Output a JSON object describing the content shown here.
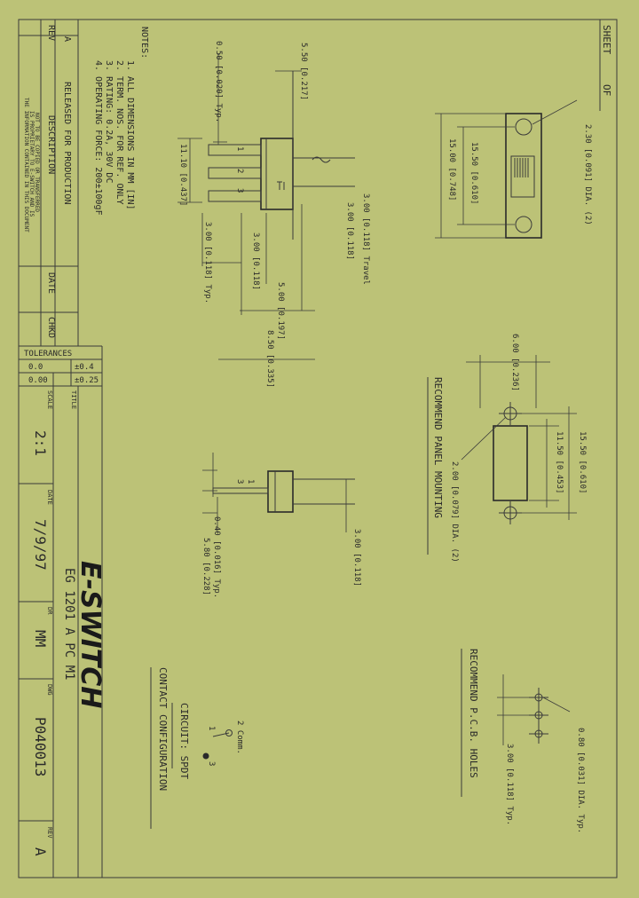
{
  "title_block": {
    "sheet_label": "SHEET",
    "of_label": "OF",
    "rev_header": "REV",
    "rev_value": "A",
    "description_header": "DESCRIPTION",
    "description_value": "RELEASED FOR PRODUCTION",
    "date_header": "DATE",
    "chkd_header": "CHKD",
    "confidential": [
      "THE INFORMATION CONTAINED IN THIS DOCUMENT",
      "IS PROPRIETARY TO E-SWITCH AND IS",
      "NOT TO BE COPIED OR TRANSFERRED"
    ],
    "tolerances_header": "TOLERANCES",
    "tol_row1_label": "0.0",
    "tol_row1_value": "±0.4",
    "tol_row2_label": "0.00",
    "tol_row2_value": "±0.25",
    "title_label": "TITLE",
    "title_value": "EG 1201 A PC M1",
    "scale_label": "SCALE",
    "scale_value": "2:1",
    "date_label": "DATE",
    "date_value": "7/9/97",
    "dr_label": "DR",
    "dr_value": "MM",
    "dwg_label": "DWG",
    "dwg_value": "P040013",
    "rev_label": "REV",
    "rev_value_bottom": "A",
    "logo": "E-SWITCH"
  },
  "notes": {
    "header": "NOTES:",
    "items": [
      "1. ALL DIMENSIONS IN MM [IN]",
      "2. TERM. NOS. FOR REF. ONLY",
      "3. RATING: 0.2A, 30V DC",
      "4. OPERATING FORCE: 200±100gF"
    ]
  },
  "dimensions": {
    "d_550": "5.50 [0.217]",
    "d_050": "0.50 [0.020] Typ.",
    "d_1110": "11.10 [0.437]",
    "d_300_travel": "3.00 [0.118] Travel",
    "d_300_a": "3.00 [0.118]",
    "d_300_typ": "3.00 [0.118] Typ.",
    "d_300_b": "3.00 [0.118]",
    "d_500": "5.00 [0.197]",
    "d_850": "8.50 [0.335]",
    "d_230": "2.30 [0.091] DIA. (2)",
    "d_1550_top": "15.50 [0.610]",
    "d_1500": "15.00 [0.748]",
    "d_600": "6.00 [0.236]",
    "d_1550_panel": "15.50 [0.610]",
    "d_1150": "11.50 [0.453]",
    "d_200": "2.00 [0.079] DIA. (2)",
    "d_300_bottom": "3.00 [0.118]",
    "d_040": "0.40 [0.016] Typ.",
    "d_580": "5.80 [0.228]",
    "d_080": "0.80 [0.031] DIA. Typ.",
    "d_300_pcb": "3.00 [0.118] Typ."
  },
  "labels": {
    "panel_mounting": "RECOMMEND PANEL MOUNTING",
    "pcb_holes": "RECOMMEND P.C.B. HOLES",
    "contact_config": "CONTACT CONFIGURATION",
    "circuit": "CIRCUIT: SPDT",
    "term_1": "1",
    "term_2": "2",
    "term_3": "3",
    "term_2_comm": "2 Comm.",
    "term_1_circ": "1",
    "term_3_circ": "3"
  }
}
